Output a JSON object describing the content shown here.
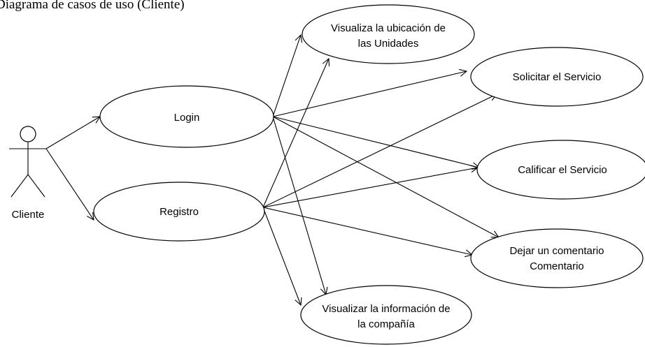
{
  "diagram": {
    "title": "Diagrama de casos de uso (Cliente)",
    "actor": {
      "label": "Cliente"
    },
    "use_cases": {
      "login": {
        "lines": [
          "Login"
        ]
      },
      "registro": {
        "lines": [
          "Registro"
        ]
      },
      "visualiza_ubicacion": {
        "lines": [
          "Visualiza la ubicación de",
          "las Unidades"
        ]
      },
      "solicitar": {
        "lines": [
          "Solicitar el Servicio"
        ]
      },
      "calificar": {
        "lines": [
          "Calificar el Servicio"
        ]
      },
      "comentario": {
        "lines": [
          "Dejar un comentario",
          "Comentario"
        ]
      },
      "informacion": {
        "lines": [
          "Visualizar la información de",
          "la compañía"
        ]
      }
    },
    "associations": [
      {
        "from": "actor",
        "to": "login"
      },
      {
        "from": "actor",
        "to": "registro"
      },
      {
        "from": "login",
        "to": "visualiza_ubicacion"
      },
      {
        "from": "login",
        "to": "solicitar"
      },
      {
        "from": "login",
        "to": "calificar"
      },
      {
        "from": "login",
        "to": "comentario"
      },
      {
        "from": "login",
        "to": "informacion"
      },
      {
        "from": "registro",
        "to": "visualiza_ubicacion"
      },
      {
        "from": "registro",
        "to": "solicitar"
      },
      {
        "from": "registro",
        "to": "calificar"
      },
      {
        "from": "registro",
        "to": "comentario"
      },
      {
        "from": "registro",
        "to": "informacion"
      }
    ]
  }
}
